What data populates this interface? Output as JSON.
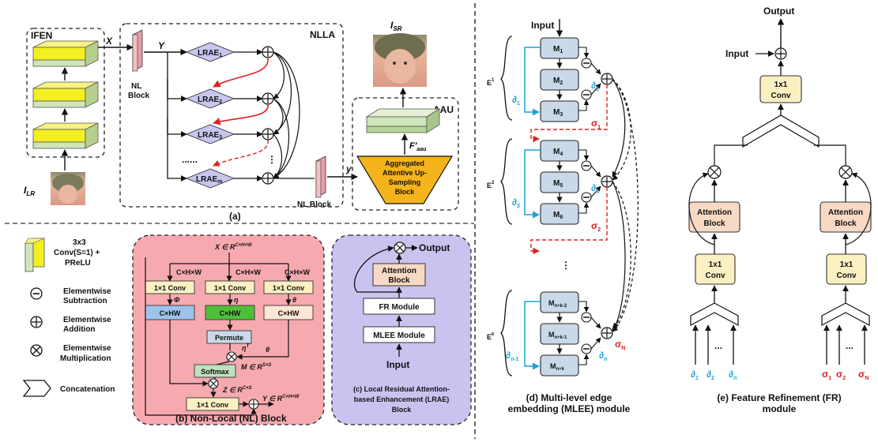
{
  "colors": {
    "accent_blue": "#1aa3d6",
    "accent_red": "#e02020",
    "nl_block_bg": "#f7a9b0",
    "lrae_block_bg": "#c9c3f0",
    "m_block": "#c9d9ea",
    "attention_block": "#f8d9c4",
    "conv_block": "#fbf0c2",
    "aau_trapezoid": "#f5b31c",
    "lrae_diamond": "#c8c6ee",
    "layer_yellow": "#f3ef21",
    "layer_green": "#cfe6b8"
  },
  "panel_a": {
    "ifen": "IFEN",
    "nlla": "NLLA",
    "aau": "AAU",
    "x_label": "X",
    "y_label": "Y",
    "y_small": "y",
    "nl_block_1": [
      "NL",
      "Block"
    ],
    "nl_block_2": "NL Block",
    "lrae": [
      "LRAE",
      "LRAE",
      "LRAE",
      "LRAE"
    ],
    "lrae_sub": [
      "1",
      "2",
      "3",
      "m"
    ],
    "dots": "......",
    "isr": "I",
    "isr_sub": "SR",
    "ilr": "I",
    "ilr_sub": "LR",
    "faau": "F′",
    "faau_sub": "aau",
    "aau_block": [
      "Aggregated",
      "Attentive Up-",
      "Sampling",
      "Block"
    ],
    "caption": "(a)"
  },
  "legend": {
    "conv": [
      "3x3",
      "Conv(S=1) +",
      "PReLU"
    ],
    "sub_symbol": "−",
    "sub": [
      "Elementwise",
      "Subtraction"
    ],
    "add_symbol": "+",
    "add": [
      "Elementwise",
      "Addition"
    ],
    "mul_symbol": "×",
    "mul": [
      "Elementwise",
      "Multiplication"
    ],
    "concat": "Concatenation"
  },
  "panel_b": {
    "input": "X ∈ R",
    "input_sup": "C×H×W",
    "dims": [
      "C×H×W",
      "C×H×W",
      "C×H×W"
    ],
    "conv": "1×1 Conv",
    "greek": [
      "Φ",
      "η",
      "θ"
    ],
    "chw": [
      "C×HW",
      "C×HW",
      "C×HW"
    ],
    "permute": "Permute",
    "eta_t": "η",
    "eta_t_sup": "T",
    "theta2": "θ",
    "softmax": "Softmax",
    "m_eq": "M ∈ R",
    "m_sup": "S×S",
    "z_eq": "Z ∈ R",
    "z_sup": "C×S",
    "conv_out": "1×1 Conv",
    "y_eq": "Y ∈ R",
    "y_sup": "C×H×W",
    "caption": "(b) Non-Local (NL) Block"
  },
  "panel_c": {
    "output": "Output",
    "attention": [
      "Attention",
      "Block"
    ],
    "fr": "FR Module",
    "mlee": "MLEE Module",
    "input": "Input",
    "caption": [
      "(c) Local Residual Attention-",
      "based Enhancement (LRAE)",
      "Block"
    ]
  },
  "panel_d": {
    "input": "Input",
    "m_labels": [
      "M",
      "M",
      "M",
      "M",
      "M",
      "M",
      "M",
      "M",
      "M"
    ],
    "m_subs": [
      "1",
      "2",
      "3",
      "4",
      "5",
      "6",
      "n+k-2",
      "n+k-1",
      "n+k"
    ],
    "e_labels": [
      "E",
      "E",
      "E"
    ],
    "e_sups": [
      "1",
      "2",
      "k"
    ],
    "partials": [
      "∂",
      "∂",
      "∂",
      "∂",
      "∂",
      "∂"
    ],
    "partial_subs": [
      "1",
      "2",
      "3",
      "4",
      "n-1",
      "n"
    ],
    "sigmas": [
      "σ",
      "σ",
      "σ"
    ],
    "sigma_subs": [
      "1",
      "2",
      "N"
    ],
    "dots": "⋮",
    "caption": [
      "(d) Multi-level edge",
      "embedding  (MLEE) module"
    ]
  },
  "panel_e": {
    "output": "Output",
    "input": "Input",
    "conv_top": [
      "1x1",
      "Conv"
    ],
    "attention": [
      "Attention",
      "Block"
    ],
    "conv": [
      "1x1",
      "Conv"
    ],
    "d_symbols": [
      "∂",
      "∂",
      "∂"
    ],
    "d_subs": [
      "1",
      "2",
      "n"
    ],
    "s_symbols": [
      "σ",
      "σ",
      "σ"
    ],
    "s_subs": [
      "1",
      "2",
      "N"
    ],
    "dots": "...",
    "caption": [
      "(e) Feature Refinement (FR)",
      "module"
    ]
  }
}
